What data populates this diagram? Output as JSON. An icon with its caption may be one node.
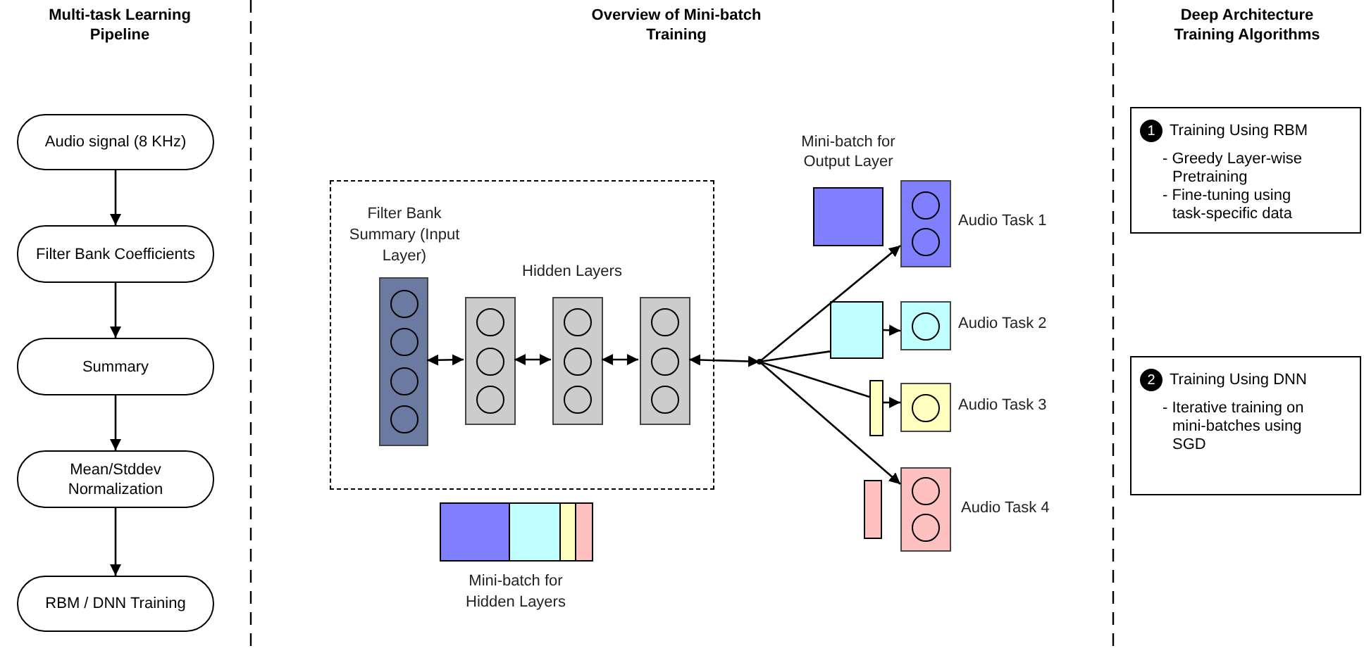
{
  "diagram": {
    "nodes": [
      {
        "text": [
          "Audio signal (8 KHz)"
        ]
      },
      {
        "text": [
          "Filter Bank Coefficients"
        ]
      },
      {
        "text": [
          "Summary"
        ]
      },
      {
        "text": [
          "Mean/Stddev Normalization"
        ]
      },
      {
        "text": [
          "RBM / DNN Training"
        ]
      },
      {
        "text": [],
        "shape": "box"
      },
      {
        "text": [],
        "shape": "box",
        "in": 5,
        "beside": [
          "Filter Bank Summary (Input Layer)"
        ]
      },
      {
        "text": [],
        "shape": "box",
        "in": 5
      },
      {
        "text": [],
        "shape": "box",
        "in": 5
      },
      {
        "text": [],
        "shape": "box",
        "in": 5
      },
      {
        "text": [],
        "shape": "dot"
      },
      {
        "text": [],
        "shape": "box"
      },
      {
        "text": [],
        "shape": "box",
        "beside": [
          "Audio Task 1"
        ]
      },
      {
        "text": [],
        "shape": "box"
      },
      {
        "text": [],
        "shape": "box",
        "beside": [
          "Audio Task 2"
        ]
      },
      {
        "text": [],
        "shape": "bar"
      },
      {
        "text": [],
        "shape": "box",
        "beside": [
          "Audio Task 3"
        ]
      },
      {
        "text": [],
        "shape": "bar"
      },
      {
        "text": [],
        "shape": "box",
        "beside": [
          "Audio Task 4"
        ]
      },
      {
        "text": [],
        "shape": "bar",
        "beside": [
          "Mini-batch for Hidden Layers"
        ]
      },
      {
        "text": [
          "1",
          "Training Using RBM",
          "- Greedy Layer-wise Pretraining",
          "- Fine-tuning using task-specific data"
        ]
      },
      {
        "text": [
          "2",
          "Training Using DNN",
          "- Iterative training on mini-batches using SGD"
        ]
      }
    ],
    "edges": [
      {
        "from": 0,
        "to": 1,
        "arrow": "to"
      },
      {
        "from": 1,
        "to": 2,
        "arrow": "to"
      },
      {
        "from": 2,
        "to": 3,
        "arrow": "to"
      },
      {
        "from": 3,
        "to": 4,
        "arrow": "to"
      },
      {
        "from": 6,
        "to": 7,
        "arrow": "both"
      },
      {
        "from": 7,
        "to": 8,
        "arrow": "both"
      },
      {
        "from": 8,
        "to": 9,
        "arrow": "both"
      },
      {
        "from": 9,
        "to": 10,
        "arrow": "both"
      },
      {
        "from": 10,
        "to": 12,
        "arrow": "to"
      },
      {
        "from": 10,
        "to": 13,
        "arrow": "none"
      },
      {
        "from": 13,
        "to": 14,
        "arrow": "to"
      },
      {
        "from": 10,
        "to": 15,
        "arrow": "none"
      },
      {
        "from": 15,
        "to": 16,
        "arrow": "to"
      },
      {
        "from": 10,
        "to": 18,
        "arrow": "to"
      }
    ],
    "labels": [
      "Multi-task Learning Pipeline",
      "Overview of Mini-batch Training",
      "Deep Architecture Training Algorithms",
      "Hidden Layers",
      "Mini-batch for Output Layer"
    ]
  }
}
